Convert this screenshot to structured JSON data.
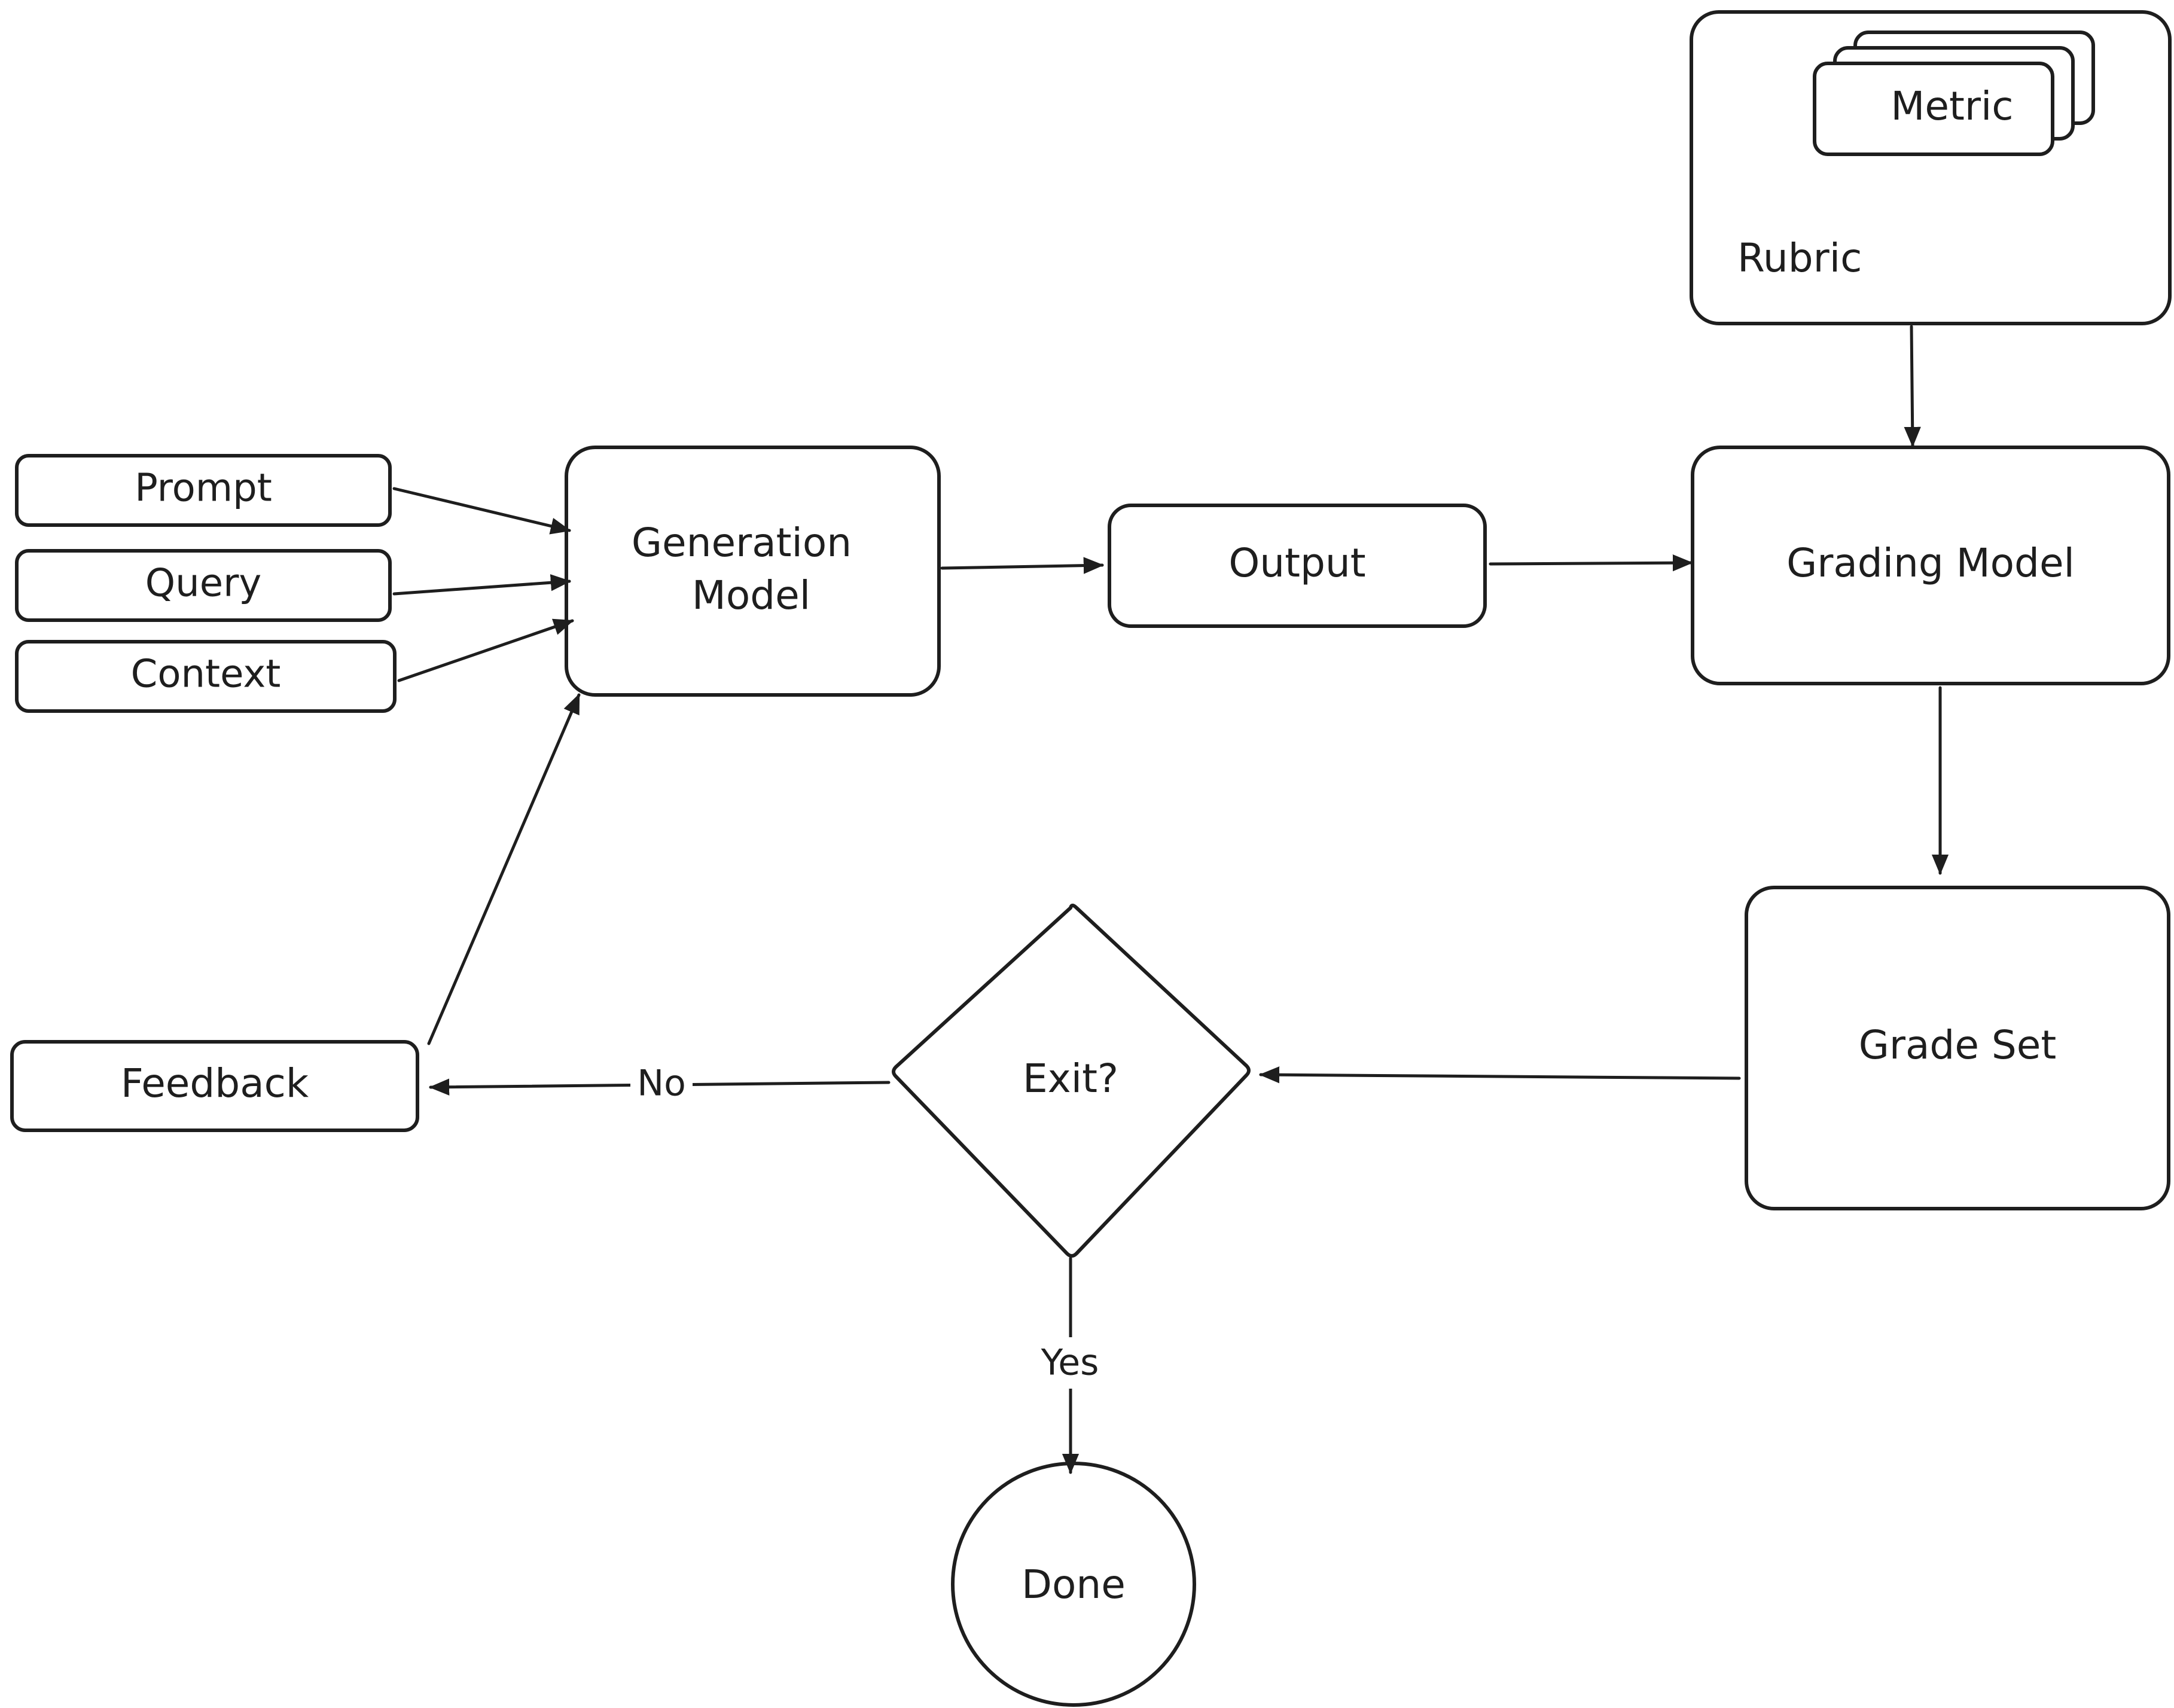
{
  "diagram": {
    "rubric": {
      "label": "Rubric",
      "metric_label": "Metric"
    },
    "inputs": {
      "prompt": "Prompt",
      "query": "Query",
      "context": "Context"
    },
    "nodes": {
      "generation_model_line1": "Generation",
      "generation_model_line2": "Model",
      "output": "Output",
      "grading_model": "Grading Model",
      "grade_set": "Grade Set",
      "exit_decision": "Exit?",
      "feedback": "Feedback",
      "done": "Done"
    },
    "edges": {
      "no_label": "No",
      "yes_label": "Yes"
    }
  }
}
